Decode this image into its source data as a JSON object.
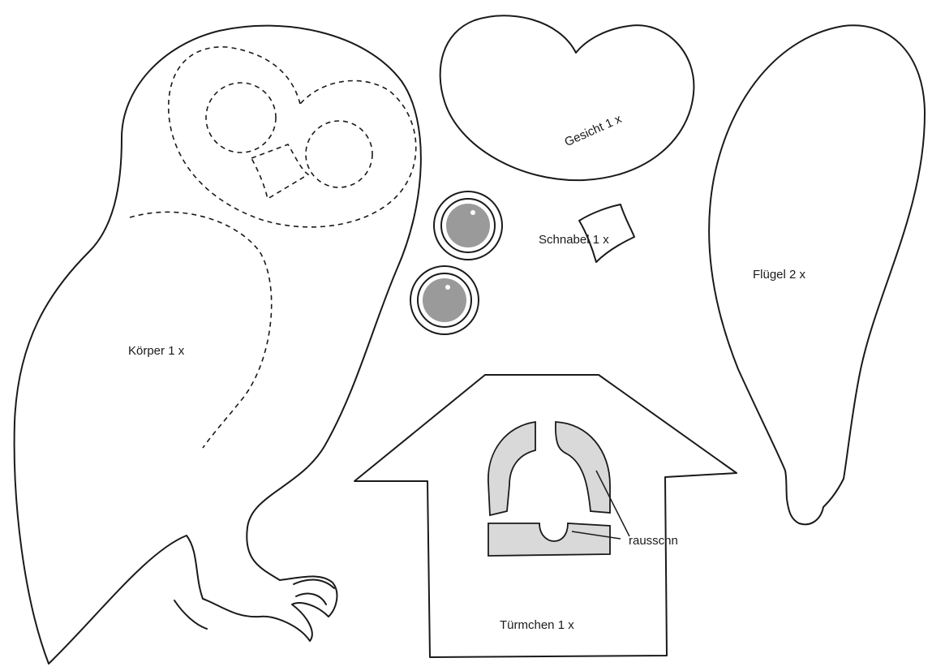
{
  "labels": {
    "koerper": "Körper 1 x",
    "gesicht": "Gesicht 1 x",
    "schnabel": "Schnabel 1 x",
    "fluegel": "Flügel 2 x",
    "tuermchen": "Türmchen 1 x",
    "rausschn": "rausschn"
  }
}
